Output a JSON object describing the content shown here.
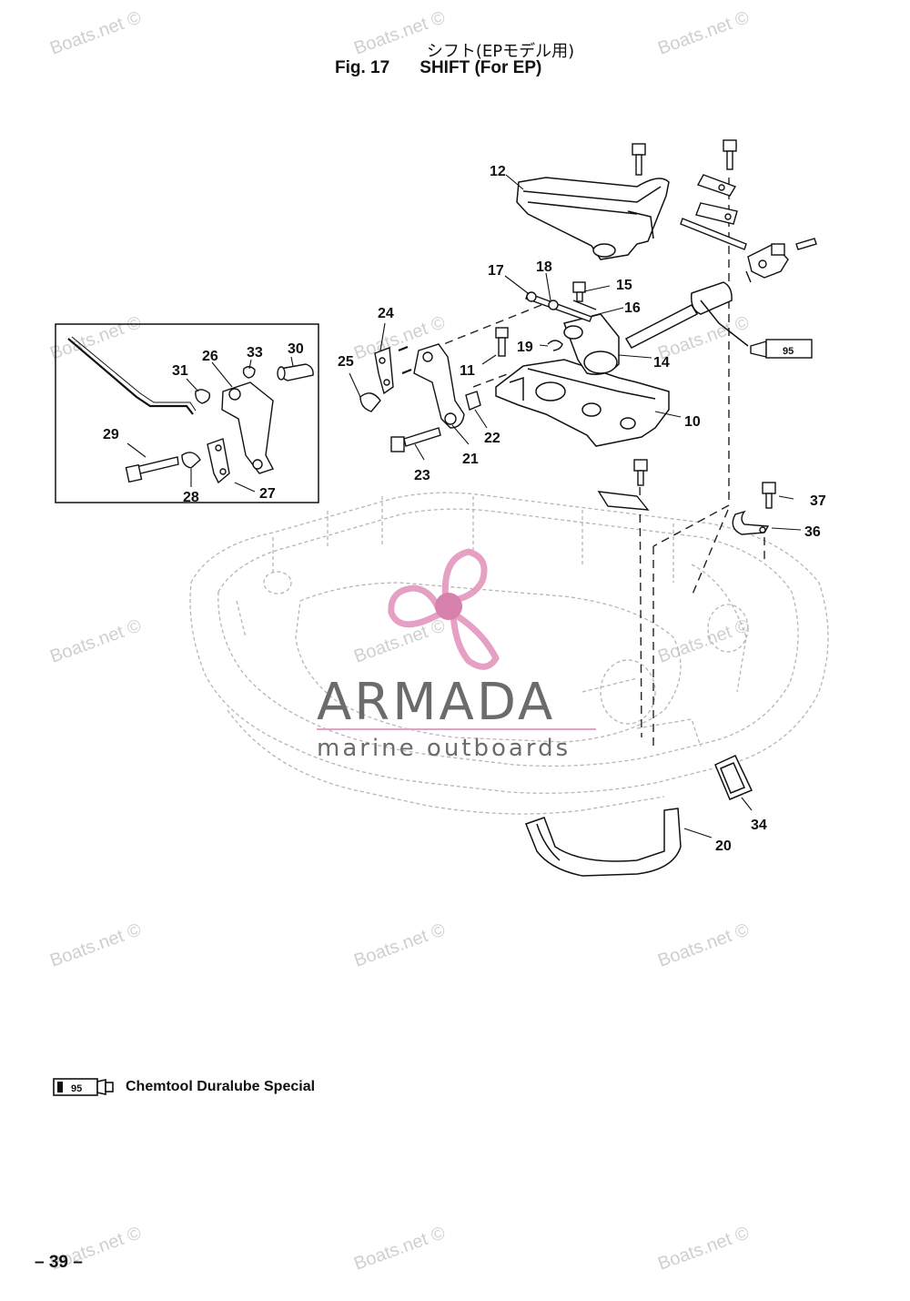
{
  "header": {
    "title_jp": "シフト(EPモデル用)",
    "fig_label": "Fig. 17",
    "title_en": "SHIFT (For EP)"
  },
  "callouts": {
    "c10": "10",
    "c11": "11",
    "c12": "12",
    "c14": "14",
    "c15": "15",
    "c16": "16",
    "c17": "17",
    "c18": "18",
    "c19": "19",
    "c20": "20",
    "c21": "21",
    "c22": "22",
    "c23": "23",
    "c24": "24",
    "c25": "25",
    "c26": "26",
    "c27": "27",
    "c28": "28",
    "c29": "29",
    "c30": "30",
    "c31": "31",
    "c33": "33",
    "c34": "34",
    "c36": "36",
    "c37": "37"
  },
  "grease_tube": {
    "code": "95"
  },
  "legend": {
    "code": "95",
    "text": "Chemtool Duralube Special"
  },
  "logo": {
    "name": "ARMADA",
    "tagline": "marine outboards"
  },
  "watermark": {
    "text": "Boats.net ©"
  },
  "page_number": "– 39 –",
  "colors": {
    "logo_pink": "#e6a0c4",
    "ink": "#111111",
    "watermark": "#cfcfcf"
  }
}
